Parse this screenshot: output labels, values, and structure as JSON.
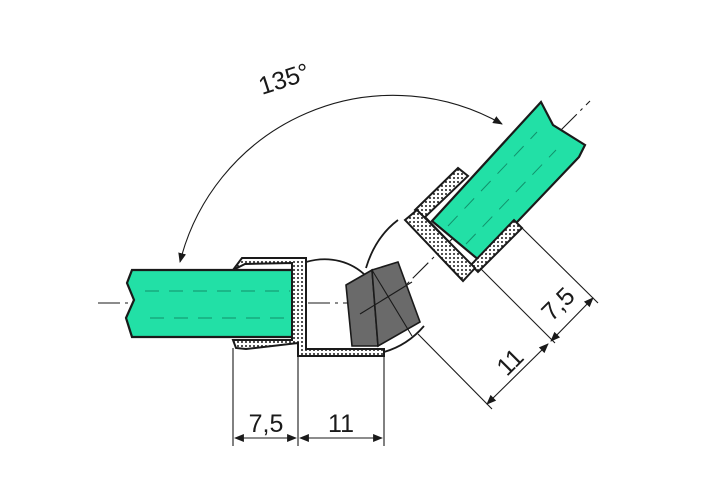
{
  "diagram": {
    "angle_label": "135°",
    "dimensions": {
      "left_gap": "7,5",
      "left_depth": "11",
      "right_depth": "11",
      "right_gap": "7,5"
    },
    "colors": {
      "glass": "#22e0a6",
      "magnet": "#6a6a6a",
      "line": "#1a1a1a"
    }
  }
}
